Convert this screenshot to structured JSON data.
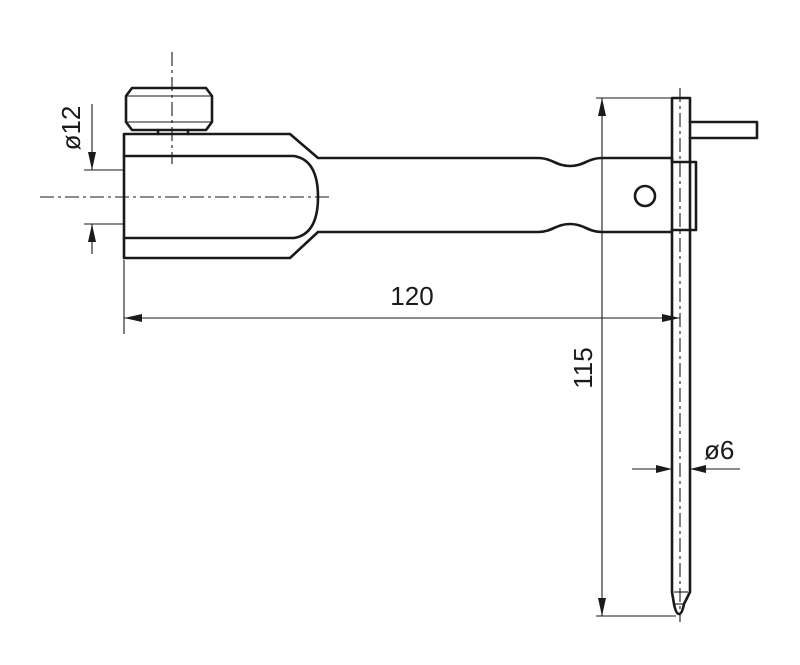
{
  "dimensions": {
    "length_label": "120",
    "height_label": "115",
    "socket_diameter_label": "ø12",
    "pin_diameter_label": "ø6"
  }
}
